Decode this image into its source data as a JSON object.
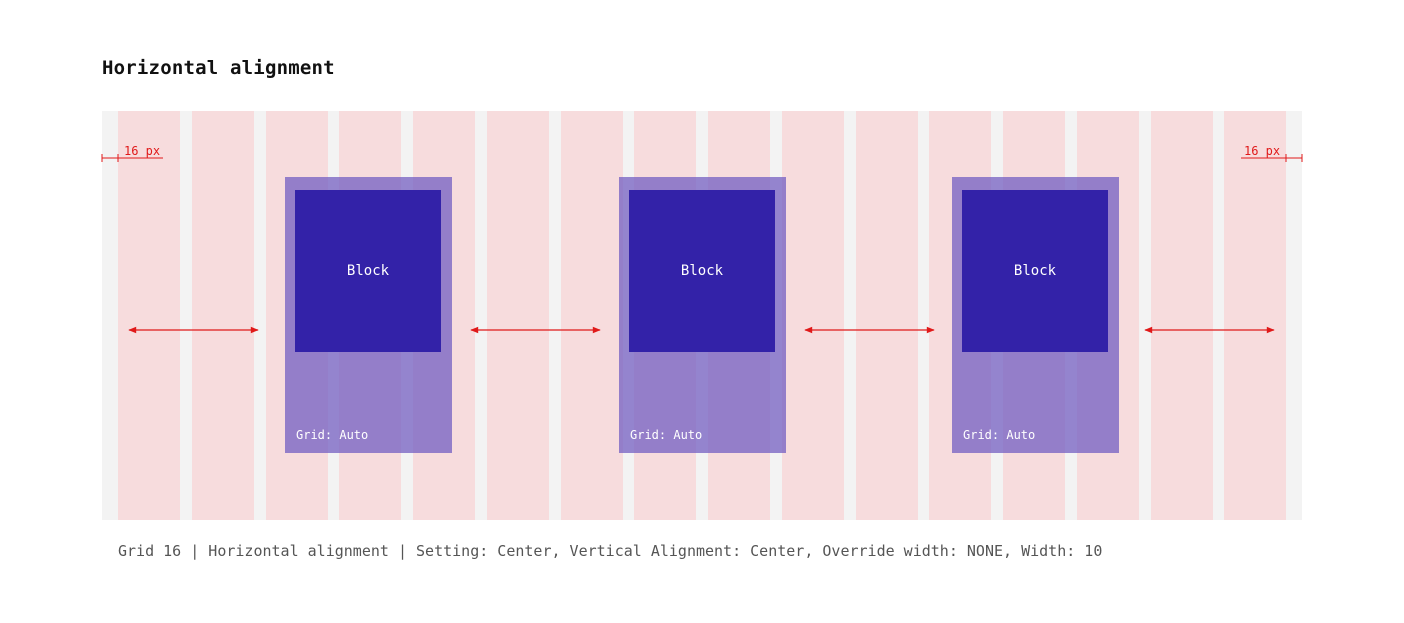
{
  "title": "Horizontal alignment",
  "gutter_left_label": "16 px",
  "gutter_right_label": "16 px",
  "blocks": [
    {
      "label": "Block",
      "grid_label": "Grid: Auto"
    },
    {
      "label": "Block",
      "grid_label": "Grid: Auto"
    },
    {
      "label": "Block",
      "grid_label": "Grid: Auto"
    }
  ],
  "caption": "Grid 16 | Horizontal alignment | Setting: Center, Vertical Alignment: Center, Override width: NONE, Width: 10",
  "colors": {
    "column": "#f7dcdd",
    "gutter": "#f3f3f3",
    "block": "#3322a8",
    "container": "#7864c3",
    "measure": "#e01919"
  }
}
